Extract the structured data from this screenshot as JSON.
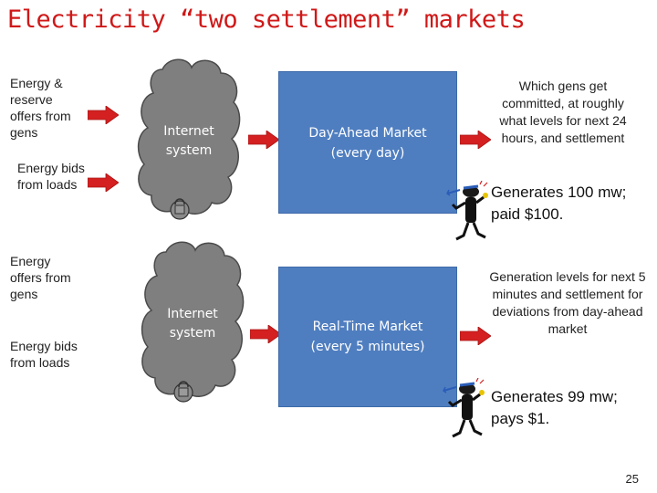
{
  "slide": {
    "title": "Electricity “two settlement” markets",
    "page_number": "25"
  },
  "top_row": {
    "input_offers": "Energy & reserve offers from gens",
    "input_bids": "Energy bids from loads",
    "cloud_label": "Internet system",
    "market_label_line1": "Day-Ahead Market",
    "market_label_line2": "(every day)",
    "description": "Which gens get committed, at roughly what levels for next 24 hours, and settlement",
    "result_line1": "Generates 100 mw;",
    "result_line2": "paid $100."
  },
  "bottom_row": {
    "input_offers": "Energy offers from gens",
    "input_bids": "Energy bids from loads",
    "cloud_label": "Internet system",
    "market_label_line1": "Real-Time Market",
    "market_label_line2": "(every 5 minutes)",
    "description": "Generation levels for next 5 minutes and settlement for deviations from day-ahead market",
    "result_line1": "Generates 99 mw;",
    "result_line2": "pays $1."
  },
  "colors": {
    "title": "#d01818",
    "arrow": "#d42020",
    "cloud": "#7f7f7f",
    "market_box": "#4f7ec0"
  },
  "icons": {
    "arrow": "right-arrow-icon",
    "cloud": "cloud-icon",
    "figure": "stick-figure-icon",
    "lock": "lock-icon"
  }
}
